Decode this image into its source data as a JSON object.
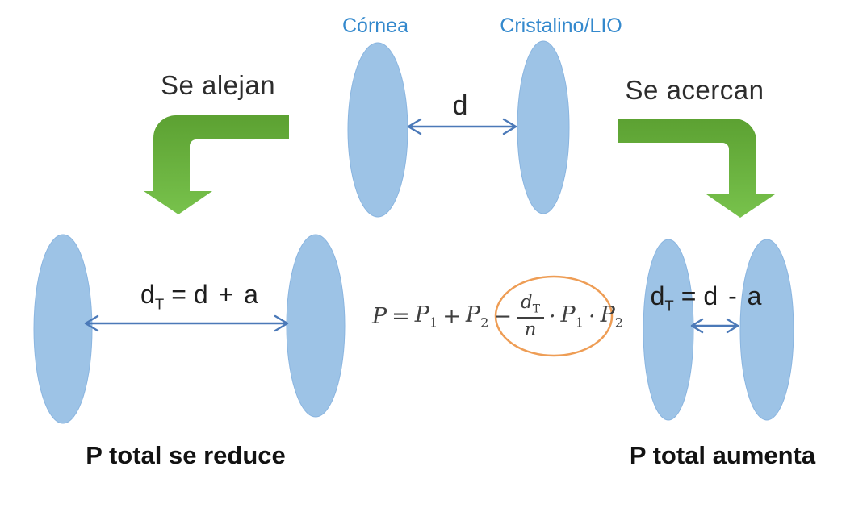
{
  "colors": {
    "ellipse_fill": "#9DC3E6",
    "ellipse_stroke": "#8AB5E0",
    "arrow_blue": "#4B79B8",
    "green_top": "#5CA132",
    "green_bottom": "#78C24C",
    "orange": "#EE9D55",
    "label_blue": "#3489CD",
    "text_dark": "#262626",
    "formula_gray": "#3F3F3F"
  },
  "top_section": {
    "cornea_label": "Córnea",
    "lens_label": "Cristalino/LIO",
    "distance_label": "d"
  },
  "left_branch": {
    "action_label": "Se alejan",
    "distance_formula": {
      "base": "d",
      "sub": "T",
      "eq": "=",
      "rhs": "d + a"
    },
    "caption": "P total se reduce"
  },
  "right_branch": {
    "action_label": "Se acercan",
    "distance_formula": {
      "base": "d",
      "sub": "T",
      "eq": "=",
      "rhs": "d - a"
    },
    "caption": "P total aumenta"
  },
  "formula": {
    "lhs": "P",
    "eq": "=",
    "term1": "P",
    "term1_sub": "1",
    "plus": "+",
    "term2": "P",
    "term2_sub": "2",
    "minus": "−",
    "frac_num_base": "d",
    "frac_num_sub": "T",
    "frac_den": "n",
    "dot1": "·",
    "factor1": "P",
    "factor1_sub": "1",
    "dot2": "·",
    "factor2": "P",
    "factor2_sub": "2"
  }
}
